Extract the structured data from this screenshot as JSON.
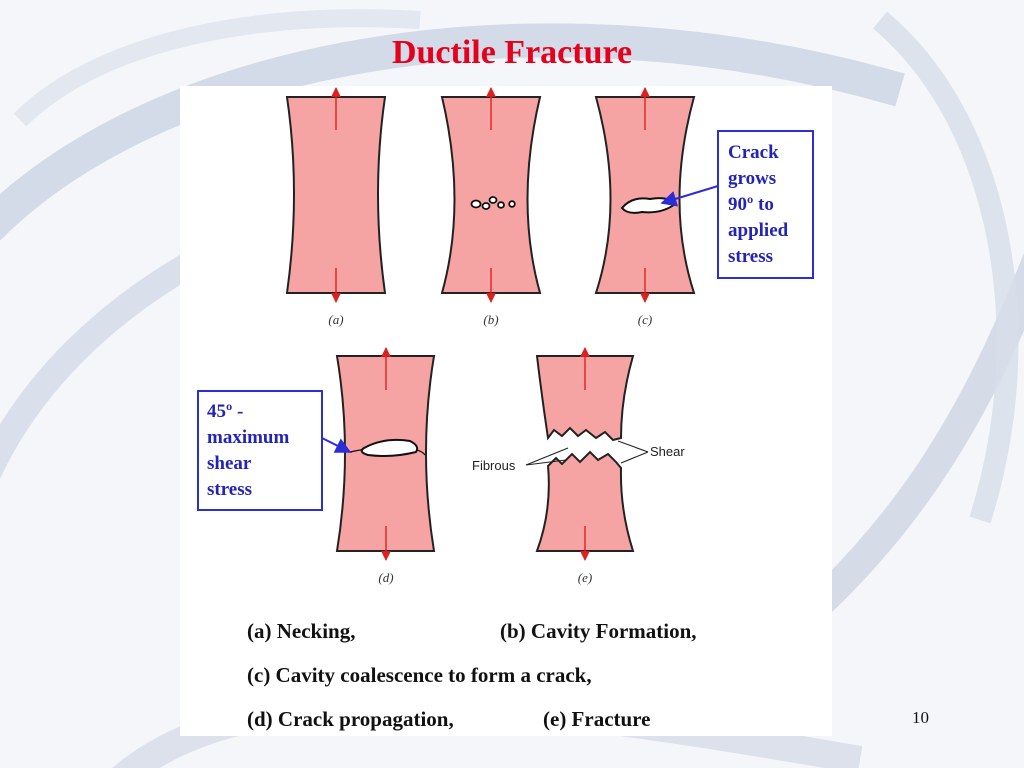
{
  "slide": {
    "title": "Ductile Fracture",
    "page_number": "10"
  },
  "diagram": {
    "panel_labels": [
      "(a)",
      "(b)",
      "(c)",
      "(d)",
      "(e)"
    ],
    "callout_c": [
      "Crack",
      "grows",
      "90º to",
      "applied",
      "stress"
    ],
    "callout_d": [
      "45º -",
      "maximum",
      "shear",
      "stress"
    ],
    "label_fibrous": "Fibrous",
    "label_shear": "Shear"
  },
  "captions": {
    "a": "(a) Necking,",
    "b": "(b) Cavity Formation,",
    "c": "(c) Cavity coalescence to form a crack,",
    "d": "(d) Crack propagation,",
    "e": "(e) Fracture"
  },
  "colors": {
    "title": "#e5001c",
    "specimen_fill": "#f5a3a3",
    "arrow": "#e02020",
    "callout_border": "#2b2ed6",
    "callout_text": "#2323b8"
  }
}
